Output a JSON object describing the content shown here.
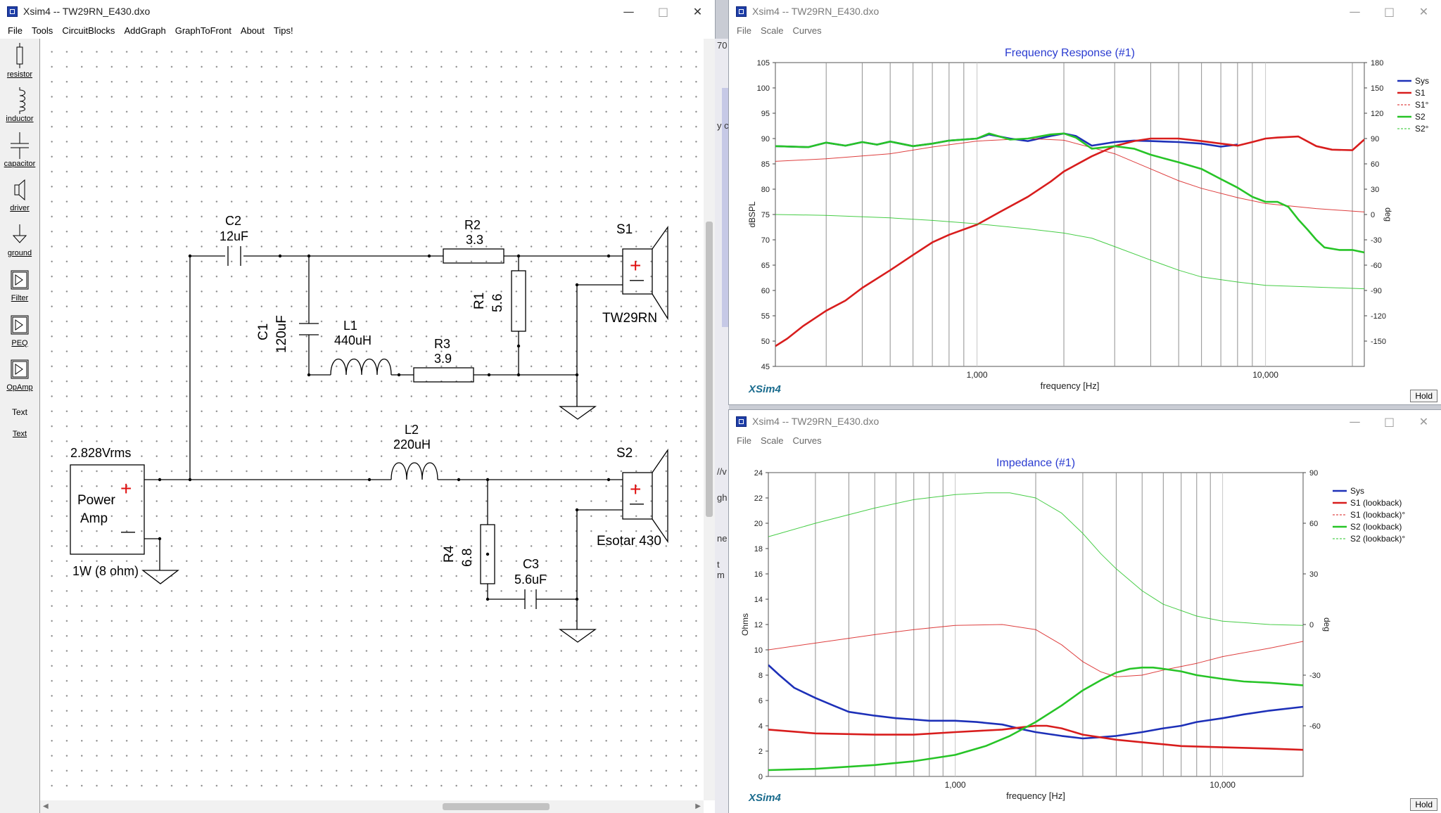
{
  "schematic_window": {
    "title": "Xsim4 -- TW29RN_E430.dxo",
    "menu": [
      "File",
      "Tools",
      "CircuitBlocks",
      "AddGraph",
      "GraphToFront",
      "About",
      "Tips!"
    ],
    "toolbox": [
      "resistor",
      "inductor",
      "capacitor",
      "driver",
      "ground",
      "Filter",
      "PEQ",
      "OpAmp",
      "Text",
      "Text"
    ],
    "components": {
      "c2_name": "C2",
      "c2_value": "12uF",
      "r2_name": "R2",
      "r2_value": "3.3",
      "r1_name": "R1",
      "r1_value": "5.6",
      "c1_name": "C1",
      "c1_value": "120uF",
      "l1_name": "L1",
      "l1_value": "440uH",
      "r3_name": "R3",
      "r3_value": "3.9",
      "s1_name": "S1",
      "s1_model": "TW29RN",
      "l2_name": "L2",
      "l2_value": "220uH",
      "s2_name": "S2",
      "s2_model": "Esotar 430",
      "r4_name": "R4",
      "r4_value": "6.8",
      "c3_name": "C3",
      "c3_value": "5.6uF",
      "amp_voltage": "2.828Vrms",
      "amp_label_1": "Power",
      "amp_label_2": "Amp",
      "amp_power": "1W (8 ohm)",
      "plus": "+",
      "minus": "—"
    },
    "background_fragments": [
      "70",
      "y c",
      "//v",
      "gh",
      "ne",
      "t m"
    ]
  },
  "fr_window": {
    "title": "Xsim4 -- TW29RN_E430.dxo",
    "menu": [
      "File",
      "Scale",
      "Curves"
    ],
    "logo": "XSim4",
    "hold": "Hold",
    "chart_data": {
      "type": "line",
      "title": "Frequency Response (#1)",
      "xlabel": "frequency [Hz]",
      "ylabel": "dBSPL",
      "y2label": "deg",
      "xscale": "log",
      "xlim": [
        200,
        22000
      ],
      "ylim": [
        45,
        105
      ],
      "y2lim": [
        -180,
        180
      ],
      "xticks": [
        {
          "v": 1000,
          "label": "1,000"
        },
        {
          "v": 10000,
          "label": "10,000"
        }
      ],
      "yticks": [
        45,
        50,
        55,
        60,
        65,
        70,
        75,
        80,
        85,
        90,
        95,
        100,
        105
      ],
      "y2ticks": [
        -150,
        -120,
        -90,
        -60,
        -30,
        0,
        30,
        60,
        90,
        120,
        150,
        180
      ],
      "legend_position": "top-right",
      "grid": true,
      "series": [
        {
          "name": "Sys",
          "color": "#1d30b8",
          "axis": "left",
          "dash": false,
          "x": [
            200,
            260,
            300,
            350,
            400,
            450,
            500,
            600,
            700,
            800,
            1000,
            1100,
            1300,
            1500,
            1800,
            2000,
            2200,
            2500,
            3000,
            3500,
            4000,
            5000,
            6000,
            7000,
            8000
          ],
          "y": [
            88.5,
            88.3,
            89.2,
            88.6,
            89.3,
            88.8,
            89.4,
            88.5,
            89.0,
            89.6,
            90.0,
            90.8,
            90.0,
            89.5,
            90.5,
            91.0,
            90.5,
            88.6,
            89.3,
            89.6,
            89.5,
            89.3,
            89.0,
            88.4,
            88.8
          ]
        },
        {
          "name": "S1",
          "color": "#d81d1d",
          "axis": "left",
          "dash": false,
          "x": [
            200,
            220,
            250,
            300,
            350,
            400,
            500,
            600,
            700,
            800,
            1000,
            1200,
            1500,
            1800,
            2000,
            2500,
            3000,
            3500,
            4000,
            5000,
            6000,
            7000,
            8000,
            9000,
            10000,
            11000,
            13000,
            15000,
            17000,
            20000,
            22000
          ],
          "y": [
            49,
            50.5,
            53,
            56,
            58,
            60.5,
            64,
            67,
            69.5,
            71,
            73,
            75.5,
            78.5,
            81.5,
            83.5,
            86.5,
            88.5,
            89.5,
            90,
            90,
            89.5,
            89,
            88.6,
            89.3,
            90,
            90.2,
            90.4,
            88.5,
            87.8,
            87.7,
            89.8
          ]
        },
        {
          "name": "S1°",
          "color": "#d81d1d",
          "axis": "right",
          "dash": false,
          "thin": true,
          "x": [
            200,
            300,
            500,
            700,
            1000,
            1500,
            2000,
            3000,
            4000,
            5000,
            6000,
            8000,
            10000,
            15000,
            22000
          ],
          "y": [
            63,
            66,
            72,
            80,
            87,
            90,
            88,
            72,
            54,
            40,
            31,
            20,
            13,
            7,
            3
          ]
        },
        {
          "name": "S2",
          "color": "#27c427",
          "axis": "left",
          "dash": false,
          "x": [
            200,
            260,
            300,
            350,
            400,
            450,
            500,
            600,
            700,
            800,
            1000,
            1100,
            1300,
            1500,
            1800,
            2000,
            2200,
            2500,
            3000,
            3500,
            4000,
            4500,
            5000,
            6000,
            7000,
            8000,
            9000,
            10000,
            11000,
            12000,
            13000,
            14000,
            15000,
            16000,
            18000,
            20000,
            22000
          ],
          "y": [
            88.5,
            88.3,
            89.2,
            88.6,
            89.3,
            88.8,
            89.4,
            88.5,
            89.0,
            89.6,
            90.0,
            91.0,
            89.8,
            90.0,
            90.8,
            91.0,
            90.2,
            88.0,
            88.5,
            88.0,
            86.8,
            86.0,
            85.3,
            84.0,
            82.0,
            80.3,
            78.5,
            77.5,
            77.5,
            76.5,
            74.0,
            72.0,
            70.0,
            68.5,
            68.0,
            68.0,
            67.5
          ]
        },
        {
          "name": "S2°",
          "color": "#27c427",
          "axis": "right",
          "dash": false,
          "thin": true,
          "x": [
            200,
            300,
            500,
            700,
            1000,
            1500,
            2000,
            2500,
            3000,
            4000,
            5000,
            6000,
            8000,
            10000,
            15000,
            22000
          ],
          "y": [
            0,
            -1,
            -4,
            -7,
            -11,
            -17,
            -22,
            -28,
            -38,
            -54,
            -66,
            -74,
            -80,
            -84,
            -86,
            -88
          ]
        }
      ]
    }
  },
  "imp_window": {
    "title": "Xsim4 -- TW29RN_E430.dxo",
    "menu": [
      "File",
      "Scale",
      "Curves"
    ],
    "logo": "XSim4",
    "hold": "Hold",
    "chart_data": {
      "type": "line",
      "title": "Impedance (#1)",
      "xlabel": "frequency [Hz]",
      "ylabel": "Ohms",
      "y2label": "deg",
      "xscale": "log",
      "xlim": [
        200,
        20000
      ],
      "ylim": [
        0,
        24
      ],
      "y2lim": [
        -90,
        90
      ],
      "xticks": [
        {
          "v": 1000,
          "label": "1,000"
        },
        {
          "v": 10000,
          "label": "10,000"
        }
      ],
      "yticks": [
        0,
        2,
        4,
        6,
        8,
        10,
        12,
        14,
        16,
        18,
        20,
        22,
        24
      ],
      "y2ticks": [
        -60,
        -30,
        0,
        30,
        60,
        90
      ],
      "legend_position": "top-right",
      "grid": true,
      "series": [
        {
          "name": "Sys",
          "color": "#1d30b8",
          "axis": "left",
          "dash": false,
          "x": [
            200,
            220,
            250,
            300,
            350,
            400,
            500,
            600,
            700,
            800,
            1000,
            1200,
            1500,
            1800,
            2000,
            2500,
            3000,
            3500,
            4000,
            5000,
            6000,
            7000,
            8000,
            10000,
            12000,
            15000,
            20000
          ],
          "y": [
            8.8,
            8.0,
            7.0,
            6.2,
            5.6,
            5.1,
            4.8,
            4.6,
            4.5,
            4.4,
            4.4,
            4.3,
            4.1,
            3.7,
            3.5,
            3.2,
            3.0,
            3.1,
            3.2,
            3.5,
            3.8,
            4.0,
            4.3,
            4.6,
            4.9,
            5.2,
            5.5
          ]
        },
        {
          "name": "S1 (lookback)",
          "color": "#d81d1d",
          "axis": "left",
          "dash": false,
          "x": [
            200,
            300,
            500,
            700,
            1000,
            1500,
            1800,
            2000,
            2200,
            2500,
            3000,
            4000,
            5000,
            7000,
            10000,
            15000,
            20000
          ],
          "y": [
            3.7,
            3.4,
            3.3,
            3.3,
            3.5,
            3.7,
            3.9,
            4.0,
            4.0,
            3.8,
            3.3,
            2.9,
            2.7,
            2.4,
            2.3,
            2.2,
            2.1
          ]
        },
        {
          "name": "S1 (lookback)°",
          "color": "#d81d1d",
          "axis": "right",
          "dash": false,
          "thin": true,
          "x": [
            200,
            300,
            500,
            700,
            1000,
            1500,
            2000,
            2500,
            3000,
            3500,
            4000,
            5000,
            6000,
            8000,
            10000,
            15000,
            20000
          ],
          "y": [
            -15,
            -11,
            -6,
            -3,
            -0.5,
            0,
            -3,
            -12,
            -22,
            -28,
            -31,
            -30,
            -27,
            -23,
            -19,
            -14,
            -10
          ]
        },
        {
          "name": "S2 (lookback)",
          "color": "#27c427",
          "axis": "left",
          "dash": false,
          "x": [
            200,
            300,
            500,
            700,
            1000,
            1300,
            1600,
            2000,
            2500,
            3000,
            3500,
            4000,
            4500,
            5000,
            5500,
            6000,
            7000,
            8000,
            10000,
            12000,
            15000,
            20000
          ],
          "y": [
            0.5,
            0.6,
            0.9,
            1.2,
            1.7,
            2.4,
            3.2,
            4.3,
            5.6,
            6.8,
            7.6,
            8.2,
            8.5,
            8.6,
            8.6,
            8.5,
            8.3,
            8.0,
            7.7,
            7.5,
            7.4,
            7.2
          ]
        },
        {
          "name": "S2 (lookback)°",
          "color": "#27c427",
          "axis": "right",
          "dash": false,
          "thin": true,
          "x": [
            200,
            300,
            500,
            700,
            1000,
            1300,
            1600,
            2000,
            2500,
            3000,
            3500,
            4000,
            5000,
            6000,
            8000,
            10000,
            15000,
            20000
          ],
          "y": [
            52,
            60,
            69,
            74,
            77,
            78,
            78,
            75,
            66,
            54,
            42,
            33,
            20,
            12,
            5,
            2,
            0,
            -0.5
          ]
        }
      ]
    }
  }
}
